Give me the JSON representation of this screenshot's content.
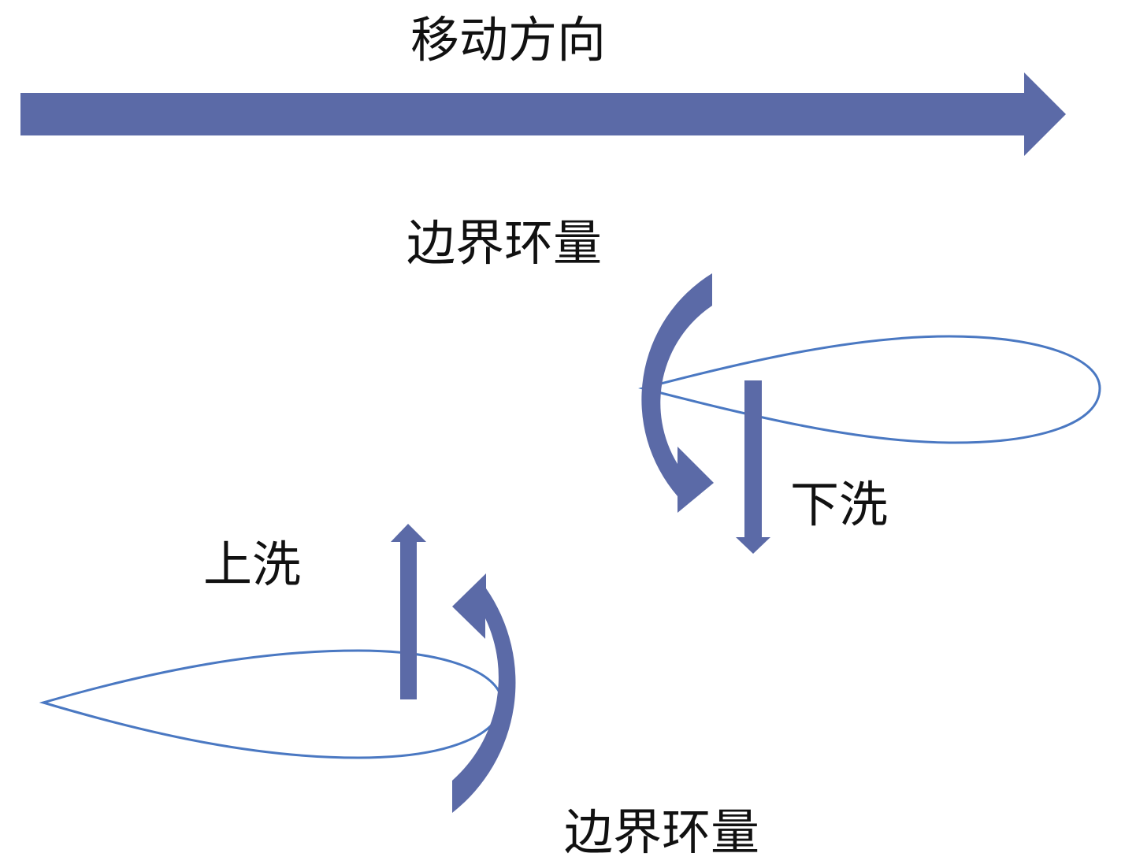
{
  "labels": {
    "movement_direction": "移动方向",
    "boundary_circulation_top": "边界环量",
    "downwash": "下洗",
    "upwash": "上洗",
    "boundary_circulation_bottom": "边界环量"
  },
  "colors": {
    "arrow_fill": "#5b6aa7",
    "airfoil_stroke": "#4a78c2",
    "text": "#111111",
    "background": "#ffffff"
  }
}
